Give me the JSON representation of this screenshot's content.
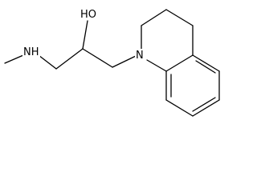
{
  "structure": {
    "atom_labels": {
      "hydroxyl": "HO",
      "amine_nitrogen": "NH",
      "ring_nitrogen": "N"
    },
    "bond_color": "#000000",
    "background": "#ffffff"
  }
}
